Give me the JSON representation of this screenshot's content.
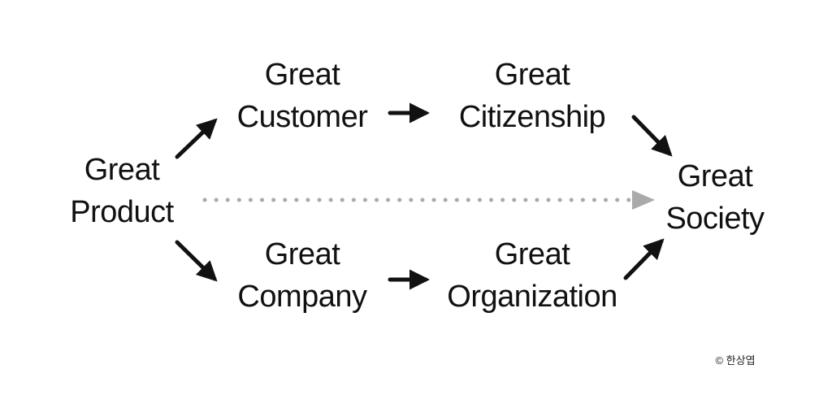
{
  "diagram": {
    "nodes": {
      "product": {
        "line1": "Great",
        "line2": "Product"
      },
      "customer": {
        "line1": "Great",
        "line2": "Customer"
      },
      "citizenship": {
        "line1": "Great",
        "line2": "Citizenship"
      },
      "company": {
        "line1": "Great",
        "line2": "Company"
      },
      "organization": {
        "line1": "Great",
        "line2": "Organization"
      },
      "society": {
        "line1": "Great",
        "line2": "Society"
      }
    },
    "edges": [
      {
        "from": "product",
        "to": "customer",
        "style": "solid"
      },
      {
        "from": "customer",
        "to": "citizenship",
        "style": "solid"
      },
      {
        "from": "citizenship",
        "to": "society",
        "style": "solid"
      },
      {
        "from": "product",
        "to": "company",
        "style": "solid"
      },
      {
        "from": "company",
        "to": "organization",
        "style": "solid"
      },
      {
        "from": "organization",
        "to": "society",
        "style": "solid"
      },
      {
        "from": "product",
        "to": "society",
        "style": "dotted"
      }
    ],
    "colors": {
      "solid_arrow": "#111111",
      "dotted_arrow": "#aaaaaa",
      "text": "#111111"
    }
  },
  "copyright": "© 한상엽"
}
